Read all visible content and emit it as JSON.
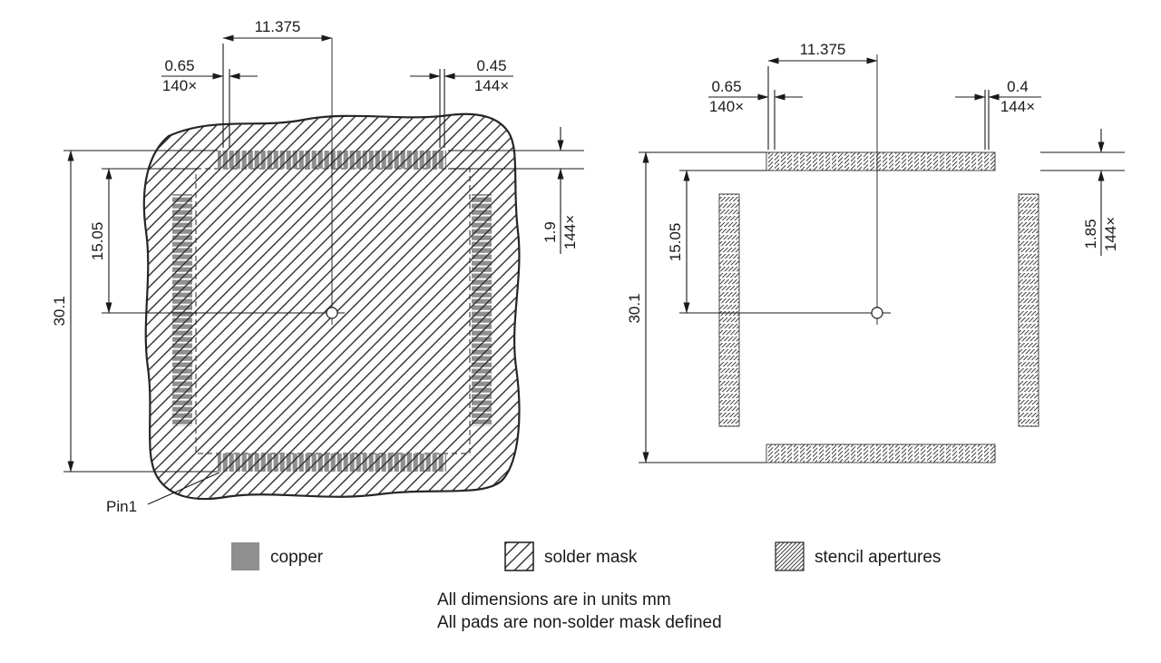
{
  "drawing": {
    "views": {
      "left": {
        "pin1_label": "Pin1",
        "dims": {
          "center_offset": "11.375",
          "pitch": "0.65",
          "pitch_count": "140×",
          "pad_width": "0.45",
          "pad_width_count": "144×",
          "half_span": "15.05",
          "outer_span": "30.1",
          "pad_length": "1.9",
          "pad_length_count": "144×"
        }
      },
      "right": {
        "dims": {
          "center_offset": "11.375",
          "pitch": "0.65",
          "pitch_count": "140×",
          "aperture_width": "0.4",
          "aperture_width_count": "144×",
          "half_span": "15.05",
          "outer_span": "30.1",
          "aperture_length": "1.85",
          "aperture_length_count": "144×"
        }
      }
    },
    "legend": {
      "copper": "copper",
      "solder_mask": "solder mask",
      "stencil_apertures": "stencil apertures"
    },
    "notes": {
      "line1": "All dimensions are in units mm",
      "line2": "All pads are non-solder mask defined"
    },
    "colors": {
      "copper_fill": "#8f8f8f",
      "line_color": "#1a1a1a"
    }
  }
}
